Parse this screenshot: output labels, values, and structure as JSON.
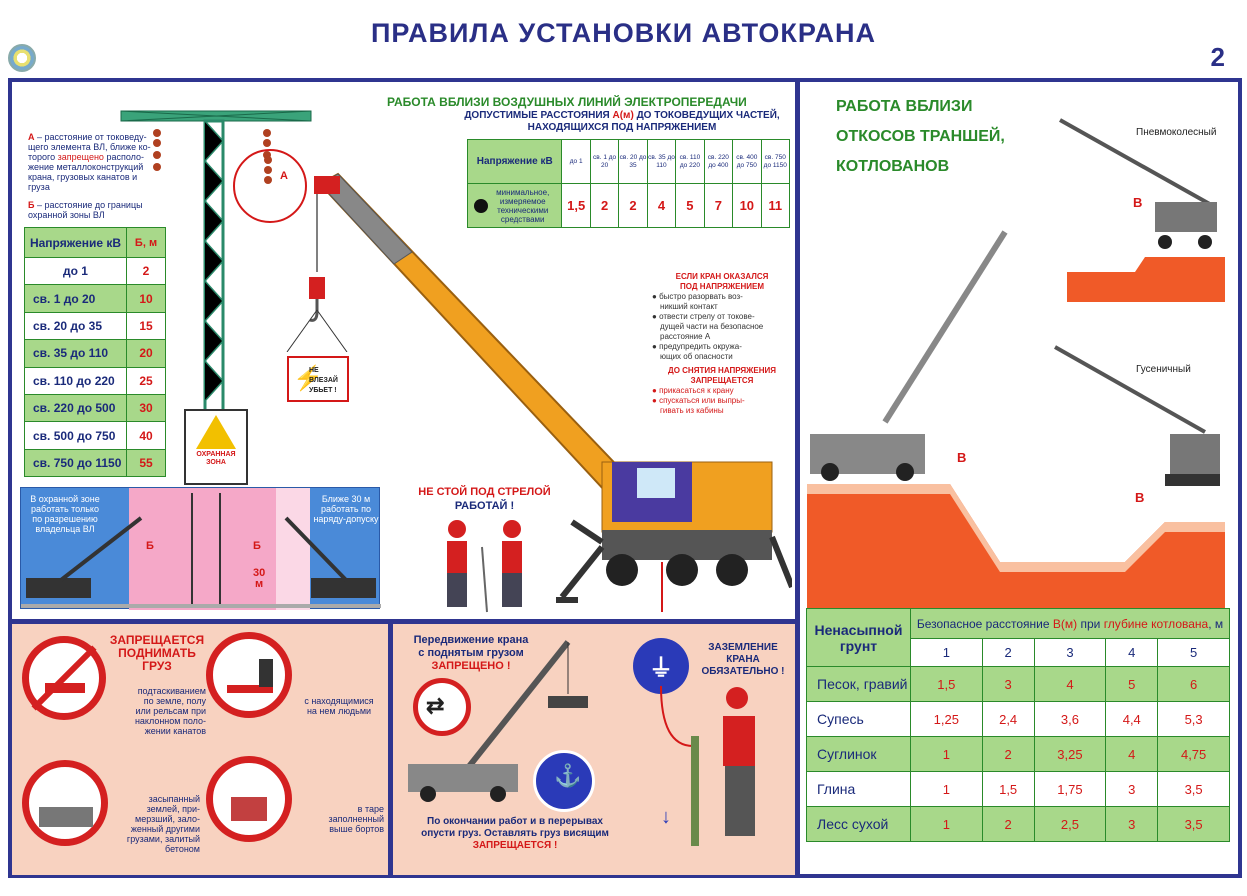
{
  "header": {
    "title": "ПРАВИЛА УСТАНОВКИ АВТОКРАНА",
    "page_number": "2"
  },
  "power_lines": {
    "heading": "РАБОТА ВБЛИЗИ ВОЗДУШНЫХ ЛИНИЙ ЭЛЕКТРОПЕРЕДАЧИ",
    "subheading_1": "ДОПУСТИМЫЕ РАССТОЯНИЯ",
    "subheading_a": "А(м)",
    "subheading_2": "ДО ТОКОВЕДУЩИХ ЧАСТЕЙ,",
    "subheading_3": "НАХОДЯЩИХСЯ ПОД НАПРЯЖЕНИЕМ",
    "note_a_letter": "А",
    "note_a_1": " – расстояние от токоведу-",
    "note_a_2": "щего элемента ВЛ, ближе ко-",
    "note_a_3": "торого ",
    "note_a_forbidden": "запрещено",
    "note_a_4": " располо-",
    "note_a_5": "жение металлоконструкций",
    "note_a_6": "крана, грузовых канатов и",
    "note_a_7": "груза",
    "note_b_letter": "Б",
    "note_b_1": " – расстояние до границы",
    "note_b_2": "охранной зоны ВЛ",
    "label_a": "А",
    "zone_sign_1": "ОХРАННАЯ",
    "zone_sign_2": "ЗОНА",
    "danger_sign_1": "НЕ ВЛЕЗАЙ",
    "danger_sign_2": "УБЬЕТ !",
    "b_table": {
      "head_voltage": "Напряжение кВ",
      "head_b": "Б, м",
      "rows": [
        {
          "label": "до 1",
          "value": "2"
        },
        {
          "label": "св. 1     до 20",
          "value": "10"
        },
        {
          "label": "св. 20   до 35",
          "value": "15"
        },
        {
          "label": "св. 35   до 110",
          "value": "20"
        },
        {
          "label": "св. 110  до 220",
          "value": "25"
        },
        {
          "label": "св. 220  до 500",
          "value": "30"
        },
        {
          "label": "св. 500  до 750",
          "value": "40"
        },
        {
          "label": "св. 750  до 1150",
          "value": "55"
        }
      ]
    },
    "a_table": {
      "row1_label": "Напряжение кВ",
      "cols": [
        "до 1",
        "св. 1 до 20",
        "св. 20 до 35",
        "св. 35 до 110",
        "св. 110 до 220",
        "св. 220 до 400",
        "св. 400 до 750",
        "св. 750 до 1150"
      ],
      "row2_label": "минимальное, измеряемое техническими средствами",
      "values": [
        "1,5",
        "2",
        "2",
        "4",
        "5",
        "7",
        "10",
        "11"
      ]
    },
    "zone_left_text_1": "В охранной зоне",
    "zone_left_text_2": "работать только",
    "zone_left_text_3": "по разрешению",
    "zone_left_text_4": "владельца ВЛ",
    "zone_right_text_1": "Ближе 30 м",
    "zone_right_text_2": "работать по",
    "zone_right_text_3": "наряду-допуску",
    "zone_b1": "Б",
    "zone_b2": "Б",
    "zone_30": "30",
    "zone_m": "м",
    "if_energized_1": "ЕСЛИ КРАН ОКАЗАЛСЯ",
    "if_energized_2": "ПОД НАПРЯЖЕНИЕМ",
    "bullet_1a": "быстро разорвать воз-",
    "bullet_1b": "никший контакт",
    "bullet_2a": "отвести стрелу от токове-",
    "bullet_2b": "дущей части на безопасное",
    "bullet_2c": "расстояние А",
    "bullet_3a": "предупредить окружа-",
    "bullet_3b": "ющих об опасности",
    "until_off_1": "ДО СНЯТИЯ НАПРЯЖЕНИЯ",
    "until_off_2": "ЗАПРЕЩАЕТСЯ",
    "forbid_1": "прикасаться к крану",
    "forbid_2a": "спускаться или выпры-",
    "forbid_2b": "гивать из кабины",
    "boom_warning_1": "НЕ СТОЙ ПОД СТРЕЛОЙ",
    "boom_warning_2": "РАБОТАЙ !"
  },
  "trenches": {
    "heading_1": "РАБОТА ВБЛИЗИ",
    "heading_2": "ОТКОСОВ ТРАНШЕЙ,",
    "heading_3": "КОТЛОВАНОВ",
    "label_pneumatic": "Пневмоколесный",
    "label_crawler": "Гусеничный",
    "b1": "В",
    "b2": "В",
    "b3": "В",
    "table": {
      "head_soil": "Ненасыпной грунт",
      "head_dist_1": "Безопасное расстояние ",
      "head_dist_b": "В(м)",
      "head_dist_2": " при ",
      "head_dist_3": "глубине котлована",
      "head_dist_4": ", м",
      "depths": [
        "1",
        "2",
        "3",
        "4",
        "5"
      ],
      "rows": [
        {
          "soil": "Песок, гравий",
          "values": [
            "1,5",
            "3",
            "4",
            "5",
            "6"
          ]
        },
        {
          "soil": "Супесь",
          "values": [
            "1,25",
            "2,4",
            "3,6",
            "4,4",
            "5,3"
          ]
        },
        {
          "soil": "Суглинок",
          "values": [
            "1",
            "2",
            "3,25",
            "4",
            "4,75"
          ]
        },
        {
          "soil": "Глина",
          "values": [
            "1",
            "1,5",
            "1,75",
            "3",
            "3,5"
          ]
        },
        {
          "soil": "Лесс сухой",
          "values": [
            "1",
            "2",
            "2,5",
            "3",
            "3,5"
          ]
        }
      ]
    }
  },
  "lifting": {
    "heading_1": "ЗАПРЕЩАЕТСЯ",
    "heading_2": "ПОДНИМАТЬ",
    "heading_3": "ГРУЗ",
    "item1_1": "подтаскиванием",
    "item1_2": "по земле, полу",
    "item1_3": "или рельсам при",
    "item1_4": "наклонном поло-",
    "item1_5": "жении канатов",
    "item2_1": "с находящимися",
    "item2_2": "на нем людьми",
    "item3_1": "засыпанный",
    "item3_2": "землей, при-",
    "item3_3": "мерзший, зало-",
    "item3_4": "женный другими",
    "item3_5": "грузами, залитый",
    "item3_6": "бетоном",
    "item4_1": "в таре",
    "item4_2": "заполненный",
    "item4_3": "выше бортов"
  },
  "moving": {
    "text_1": "Передвижение крана",
    "text_2": "с поднятым грузом",
    "text_3": "ЗАПРЕЩЕНО !",
    "grounding_1": "ЗАЗЕМЛЕНИЕ",
    "grounding_2": "КРАНА",
    "grounding_3": "ОБЯЗАТЕЛЬНО !",
    "bottom_1": "По окончании работ и в перерывах",
    "bottom_2": "опусти груз. Оставлять груз висящим",
    "bottom_3": "ЗАПРЕЩАЕТСЯ !"
  }
}
